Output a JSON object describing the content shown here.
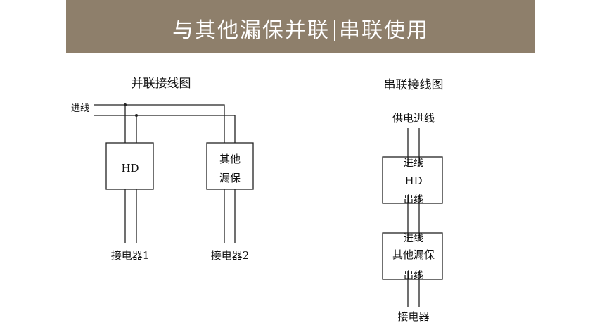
{
  "banner": {
    "title_left": "与其他漏保并联",
    "title_right": "串联使用",
    "bg_color": "#8e7f6b"
  },
  "parallel": {
    "heading": "并联接线图",
    "input_label": "进线",
    "hd_box": "HD",
    "other_box_line1": "其他",
    "other_box_line2": "漏保",
    "contactor1": "接电器1",
    "contactor2": "接电器2"
  },
  "series": {
    "heading": "串联接线图",
    "supply_label": "供电进线",
    "hd_in": "进线",
    "hd_box": "HD",
    "hd_out": "出线",
    "other_in": "进线",
    "other_box": "其他漏保",
    "other_out": "出线",
    "contactor": "接电器"
  }
}
